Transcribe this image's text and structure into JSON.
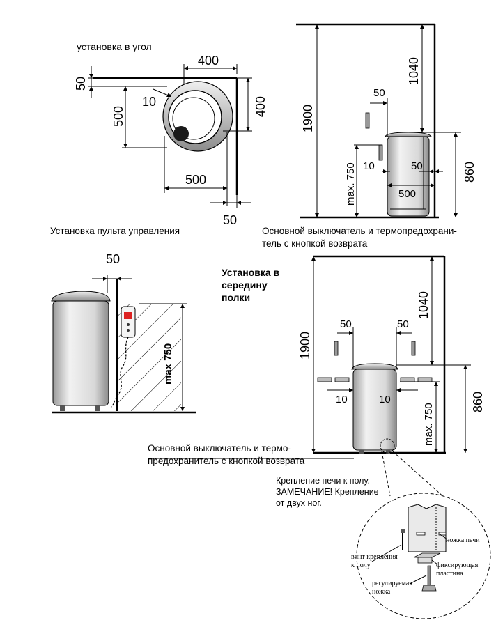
{
  "corner": {
    "title": "установка в угол",
    "d400_top": "400",
    "d50_left": "50",
    "d10": "10",
    "d500_left": "500",
    "d400_right": "400",
    "d500_bottom": "500",
    "d50_bottom": "50"
  },
  "side_wall": {
    "d1040": "1040",
    "d50": "50",
    "d1900": "1900",
    "dmax750": "max. 750",
    "d10": "10",
    "d50b": "50",
    "d500": "500",
    "d860": "860"
  },
  "captions": {
    "panel_install": "Установка пульта управления",
    "switch_line1": "Основной выключатель и термопредохрани-",
    "switch_line2": "тель с кнопкой возврата"
  },
  "panel": {
    "d50": "50",
    "dmax750": "max 750"
  },
  "middle": {
    "title_line1": "Установка в",
    "title_line2": "середину",
    "title_line3": "полки",
    "d1040": "1040",
    "d50_left": "50",
    "d50_right": "50",
    "d1900": "1900",
    "d10_left": "10",
    "d10_right": "10",
    "dmax750": "max. 750",
    "d860": "860",
    "switch_line1": "Основной выключатель и термо-",
    "switch_line2": "предохранитель с кнопкой возврата"
  },
  "mount": {
    "line1": "Крепление печи к полу.",
    "line2": "ЗАМЕЧАНИЕ! Крепление",
    "line3": "от двух ног.",
    "leg": "ножка печи",
    "screw_line1": "винт крепления",
    "screw_line2": "к полу",
    "plate_line1": "фиксирующая",
    "plate_line2": "пластина",
    "adj_line1": "регулируемая",
    "adj_line2": "ножка"
  }
}
